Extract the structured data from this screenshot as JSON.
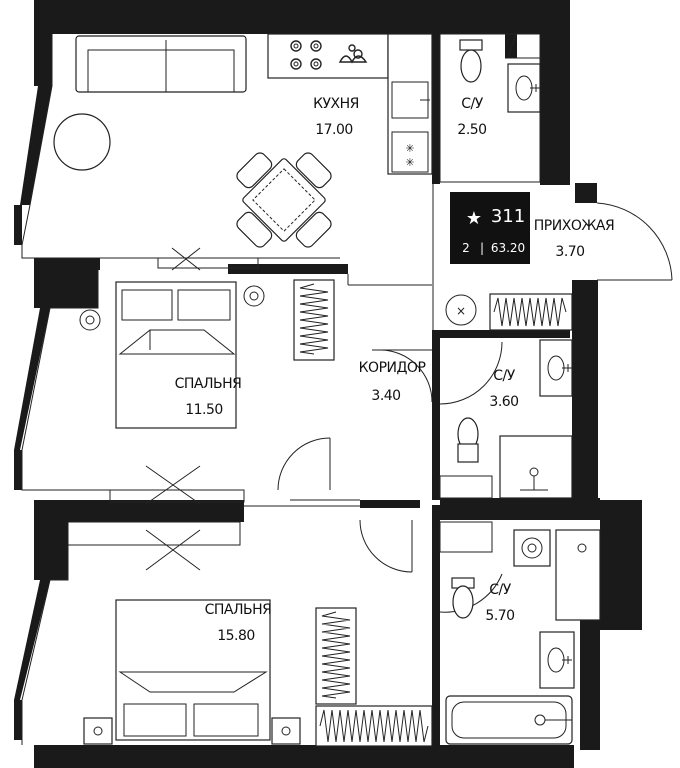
{
  "badge": {
    "apartment_number": "311",
    "rooms": "2",
    "separator": "|",
    "total_area": "63.20",
    "star": "★"
  },
  "rooms": {
    "kitchen": {
      "name": "КУХНЯ",
      "area": "17.00"
    },
    "bath1": {
      "name": "С/У",
      "area": "2.50"
    },
    "hallway": {
      "name": "ПРИХОЖАЯ",
      "area": "3.70"
    },
    "bedroom1": {
      "name": "СПАЛЬНЯ",
      "area": "11.50"
    },
    "corridor": {
      "name": "КОРИДОР",
      "area": "3.40"
    },
    "bath2": {
      "name": "С/У",
      "area": "3.60"
    },
    "bath3": {
      "name": "С/У",
      "area": "5.70"
    },
    "bedroom2": {
      "name": "СПАЛЬНЯ",
      "area": "15.80"
    }
  },
  "colors": {
    "wall": "#1a1a1a",
    "line": "#222222",
    "badge_bg": "#111111",
    "background": "#ffffff"
  }
}
